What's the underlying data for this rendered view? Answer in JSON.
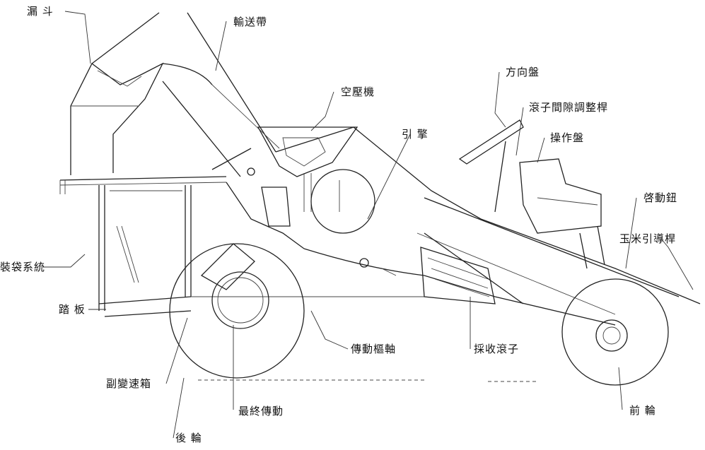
{
  "labels": {
    "hopper": "漏 斗",
    "conveyor": "輸送帶",
    "air_compressor": "空壓機",
    "steering_wheel": "方向盤",
    "roller_gap_lever": "滾子間隙調整桿",
    "control_panel": "操作盤",
    "engine": "引 擎",
    "starter": "啓動鈕",
    "guide_rod": "玉米引導桿",
    "bagging_system": "裝袋系統",
    "platform": "踏 板",
    "drive_shaft": "傳動樞軸",
    "harvest_roller": "採收滾子",
    "transmission": "副變速箱",
    "final_drive": "最終傳動",
    "rear_wheel": "後 輪",
    "front_wheel": "前 輪"
  }
}
